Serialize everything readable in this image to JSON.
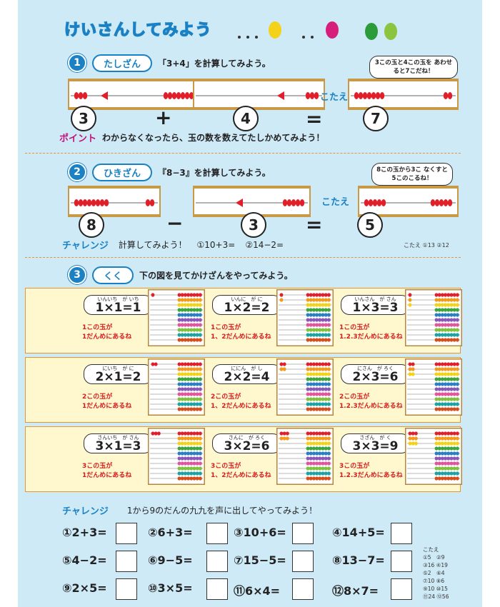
{
  "title": "けいさんしてみよう",
  "sec1": {
    "num": "1",
    "label": "たしざん",
    "instr": "「3+4」を計算してみよう。",
    "a": "3",
    "op1": "+",
    "b": "4",
    "eq": "=",
    "ans": "7",
    "kotae": "こたえ",
    "bubble": "3この玉と4この玉を あわせると7こだね！",
    "point_label": "ポイント",
    "point_text": "わからなくなったら、玉の数を数えてたしかめてみよう！"
  },
  "sec2": {
    "num": "2",
    "label": "ひきざん",
    "instr": "『8−3』を計算してみよう。",
    "a": "8",
    "op1": "−",
    "b": "3",
    "eq": "=",
    "ans": "5",
    "kotae": "こたえ",
    "bubble": "8この玉から3こ なくすと5このこるね！",
    "challenge_label": "チャレンジ",
    "challenge_text": "計算してみよう！",
    "q1": "①10+3=",
    "q2": "②14−2=",
    "answers": "こたえ ①13 ②12"
  },
  "sec3": {
    "num": "3",
    "label": "くく",
    "instr": "下の図を見てかけざんをやってみよう。",
    "tiles": [
      {
        "ruby": "いんいち　が いち",
        "eq": "1×1=1",
        "line1": "1この玉が",
        "line2": "1だんめにあるね",
        "n": 1,
        "rows": 1
      },
      {
        "ruby": "いんに　が に",
        "eq": "1×2=2",
        "line1": "1この玉が",
        "line2": "1、2だんめにあるね",
        "n": 1,
        "rows": 2
      },
      {
        "ruby": "いんさん　が さん",
        "eq": "1×3=3",
        "line1": "1この玉が",
        "line2": "1.2.3だんめにあるね",
        "n": 1,
        "rows": 3
      },
      {
        "ruby": "にいち　が に",
        "eq": "2×1=2",
        "line1": "2この玉が",
        "line2": "1だんめにあるね",
        "n": 2,
        "rows": 1
      },
      {
        "ruby": "ににん　が し",
        "eq": "2×2=4",
        "line1": "2この玉が",
        "line2": "1、2だんめにあるね",
        "n": 2,
        "rows": 2
      },
      {
        "ruby": "にさん　が ろく",
        "eq": "2×3=6",
        "line1": "2この玉が",
        "line2": "1.2.3だんめにあるね",
        "n": 2,
        "rows": 3
      },
      {
        "ruby": "さんいち　が さん",
        "eq": "3×1=3",
        "line1": "3この玉が",
        "line2": "1だんめにあるね",
        "n": 3,
        "rows": 1
      },
      {
        "ruby": "さんに　が ろく",
        "eq": "3×2=6",
        "line1": "3この玉が",
        "line2": "1、2だんめにあるね",
        "n": 3,
        "rows": 2
      },
      {
        "ruby": "さざん　が く",
        "eq": "3×3=9",
        "line1": "3この玉が",
        "line2": "1.2.3だんめにあるね",
        "n": 3,
        "rows": 3
      }
    ]
  },
  "sec4": {
    "challenge_label": "チャレンジ",
    "instr": "1から9のだんの九九を声に出してやってみよう！",
    "drills": [
      "①2+3=",
      "②6+3=",
      "③10+6=",
      "④14+5=",
      "⑤4−2=",
      "⑥9−5=",
      "⑦15−5=",
      "⑧13−7=",
      "⑨2×5=",
      "⑩3×5=",
      "⑪6×4=",
      "⑫8×7="
    ],
    "answers_title": "こたえ",
    "answers": [
      "①5　②9",
      "③16 ④19",
      "⑤2　⑥4",
      "⑦10 ⑧6",
      "⑨10 ⑩15",
      "⑪24 ⑫56"
    ]
  },
  "colors": {
    "blue": "#1a82c4",
    "red": "#e01f2a",
    "wood": "#d9b26a",
    "orange": "#e6962f"
  }
}
